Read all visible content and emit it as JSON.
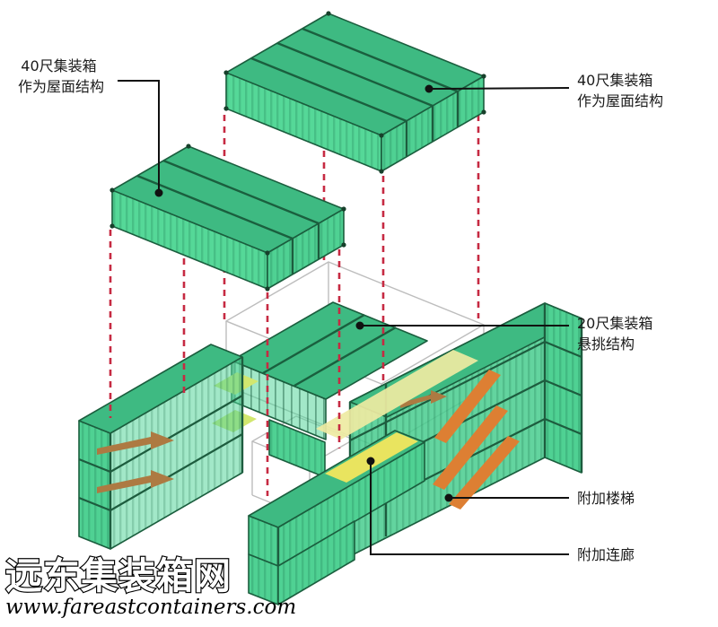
{
  "diagram": {
    "labels": {
      "roof_left": {
        "line1": "40尺集装箱",
        "line2": "作为屋面结构"
      },
      "roof_right": {
        "line1": "40尺集装箱",
        "line2": "作为屋面结构"
      },
      "cantilever": {
        "line1": "20尺集装箱",
        "line2": "悬挑结构"
      },
      "stairs": "附加楼梯",
      "corridor": "附加连廊"
    }
  },
  "watermark": {
    "site_name": "远东集装箱网",
    "url": "www.fareastcontainers.com"
  },
  "colors": {
    "container_top": "#3eba82",
    "container_side": "#55d898",
    "container_end": "#4fd193",
    "container_edge": "#1b5e3e",
    "glass_green": "rgba(86,214,154,0.55)",
    "walkway_yellow": "#e9e45f",
    "walkway_pale": "#eeeaa2",
    "pad_yellow_green": "#d2e76f",
    "stair_orange": "#dd7f33",
    "arrow_brown": "#ad7a42",
    "dashed_red": "#c62a42",
    "wireframe_gray": "#bdbdbd",
    "callout_black": "#111111",
    "label_text": "#1b1b1b"
  }
}
